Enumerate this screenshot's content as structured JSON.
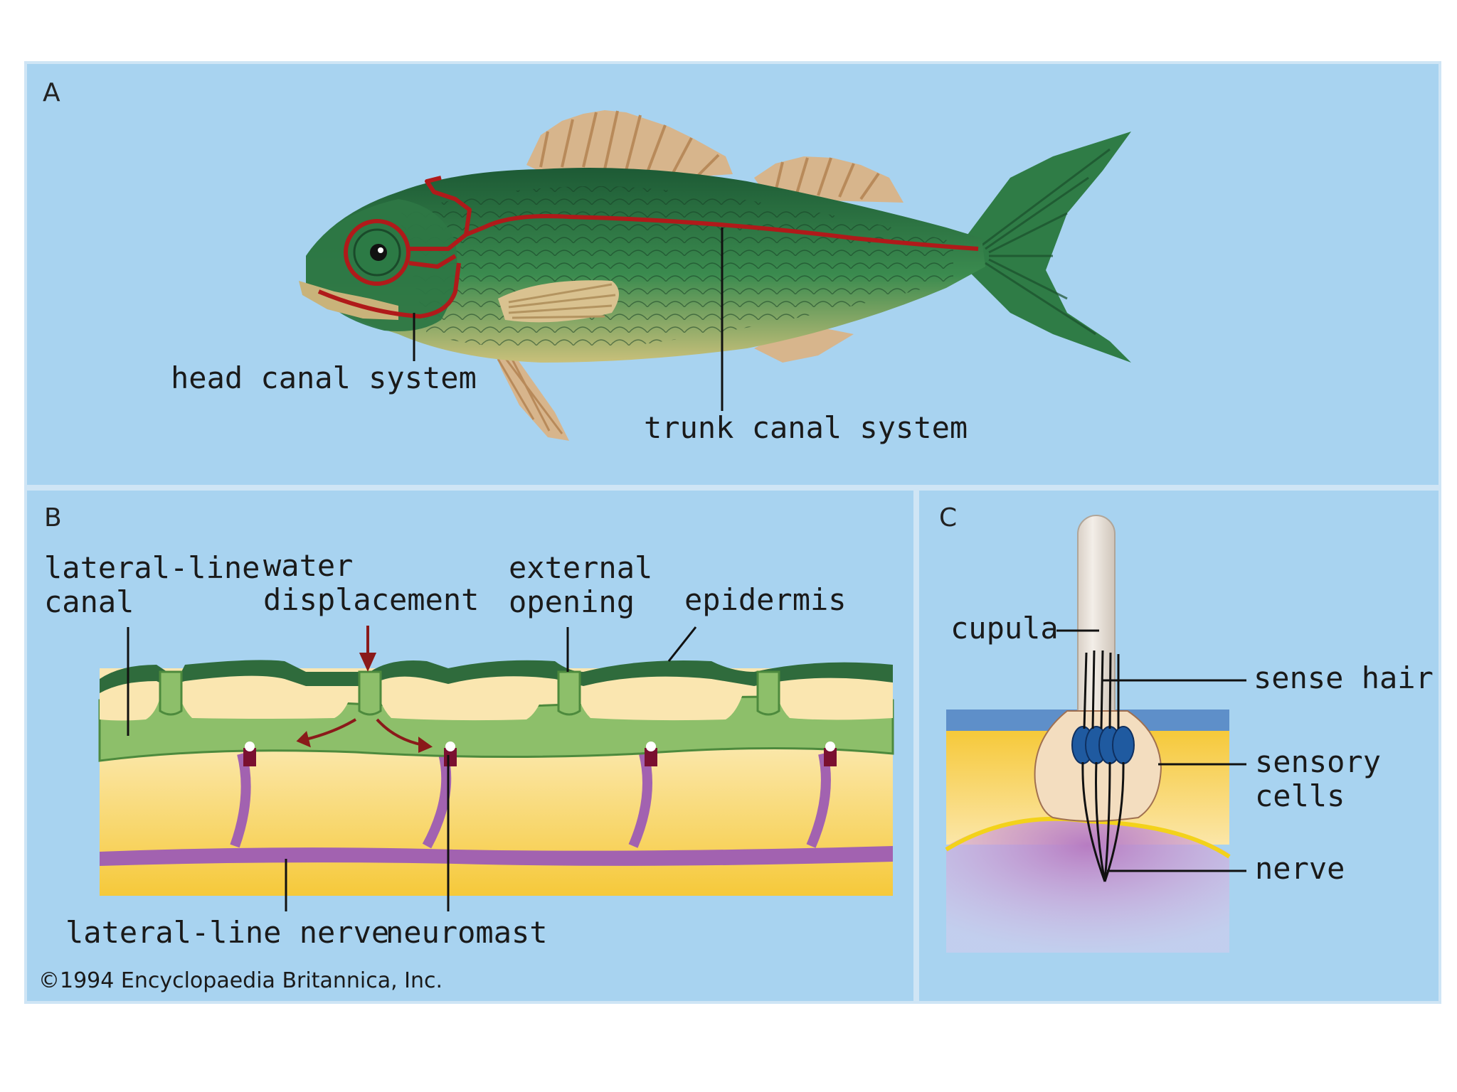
{
  "panels": {
    "a": {
      "letter": "A",
      "head_canal": "head canal system",
      "trunk_canal": "trunk canal system"
    },
    "b": {
      "letter": "B",
      "lateral_line_canal_1": "lateral-line",
      "lateral_line_canal_2": "canal",
      "water_displacement_1": "water",
      "water_displacement_2": "displacement",
      "external_opening_1": "external",
      "external_opening_2": "opening",
      "epidermis": "epidermis",
      "lateral_line_nerve": "lateral-line nerve",
      "neuromast": "neuromast"
    },
    "c": {
      "letter": "C",
      "cupula": "cupula",
      "sense_hair": "sense hair",
      "sensory_cells_1": "sensory",
      "sensory_cells_2": "cells",
      "nerve": "nerve"
    }
  },
  "copyright": "©1994 Encyclopaedia Britannica, Inc.",
  "colors": {
    "background": "#a8d3f0",
    "border": "#e8f2fa",
    "fish_dark": "#1f5e37",
    "fish_mid": "#3d8a4f",
    "fish_belly": "#c8b878",
    "canal_red": "#b01a1a",
    "fin_tan": "#d9c290",
    "tissue_yellow": "#f7dc8c",
    "epidermis_green": "#2f6b3c",
    "canal_green": "#8dbf6a",
    "nerve_purple": "#a262b0",
    "neuromast_maroon": "#7a1030",
    "sensory_blue": "#1f5aa0"
  }
}
